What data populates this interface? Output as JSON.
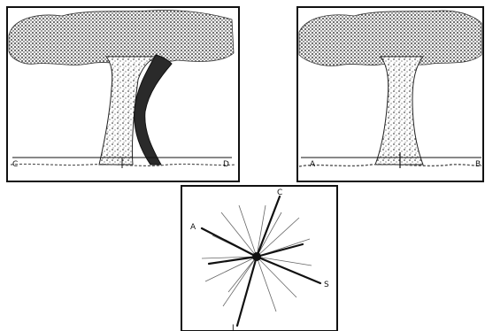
{
  "panels": {
    "left": {
      "labels": {
        "left_end": "C",
        "right_end": "D"
      }
    },
    "right": {
      "labels": {
        "left_end": "A",
        "right_end": "B"
      }
    },
    "bottom": {
      "labels": {
        "top": "C",
        "left": "A",
        "right": "S",
        "bottom": "I"
      }
    }
  }
}
